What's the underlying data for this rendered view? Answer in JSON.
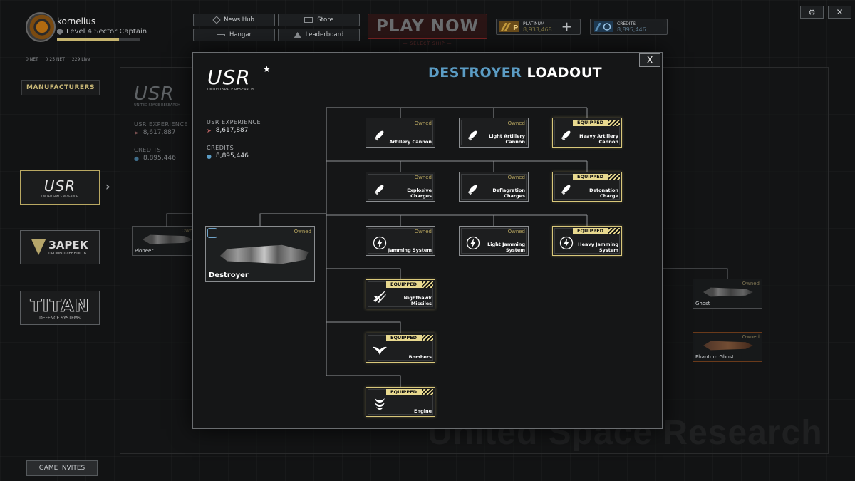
{
  "player": {
    "name": "kornelius",
    "level_text": "Level 4 Sector Captain",
    "xp_fraction": 0.75,
    "net_stats": [
      "0 NET",
      "0 25 NET",
      "229 Live"
    ]
  },
  "nav": {
    "news_hub": "News Hub",
    "store": "Store",
    "hangar": "Hangar",
    "leaderboard": "Leaderboard",
    "play_now": "PLAY NOW",
    "select_ship": "— SELECT SHIP —"
  },
  "currency": {
    "platinum_label": "PLATINUM",
    "platinum_value": "8,933,468",
    "credits_label": "CREDITS",
    "credits_value": "8,895,446"
  },
  "sidebar": {
    "title": "MANUFACTURERS",
    "makers": [
      "USR",
      "ЗАРЕК",
      "TITAN"
    ],
    "maker_subtitles": [
      "UNITED SPACE RESEARCH",
      "ПРОМЫШЛЕННОСТЬ",
      "DEFENCE SYSTEMS"
    ],
    "game_invites": "GAME INVITES"
  },
  "background": {
    "usr_experience_label": "USR EXPERIENCE",
    "usr_experience_value": "8,617,887",
    "credits_label": "CREDITS",
    "credits_value": "8,895,446",
    "watermark": "United Space Research",
    "ships": [
      {
        "name": "Pioneer",
        "status": "Owned"
      },
      {
        "name": "Ghost",
        "status": "Owned"
      },
      {
        "name": "Phantom Ghost",
        "status": "Owned"
      }
    ]
  },
  "modal": {
    "title_accent": "DESTROYER",
    "title_main": "LOADOUT",
    "close_label": "X",
    "logo_text": "USR",
    "logo_subtitle": "UNITED SPACE RESEARCH",
    "usr_experience_label": "USR EXPERIENCE",
    "usr_experience_value": "8,617,887",
    "credits_label": "CREDITS",
    "credits_value": "8,895,446",
    "ship": {
      "name": "Destroyer",
      "status": "Owned"
    },
    "items": [
      {
        "name": "Artillery Cannon",
        "status": "Owned",
        "icon": "shell-icon"
      },
      {
        "name": "Light Artillery Cannon",
        "status": "Owned",
        "icon": "shell-icon"
      },
      {
        "name": "Heavy Artillery Cannon",
        "status": "EQUIPPED",
        "icon": "shell-icon"
      },
      {
        "name": "Explosive Charges",
        "status": "Owned",
        "icon": "shell-icon"
      },
      {
        "name": "Deflagration Charges",
        "status": "Owned",
        "icon": "shell-icon"
      },
      {
        "name": "Detonation Charge",
        "status": "EQUIPPED",
        "icon": "shell-icon"
      },
      {
        "name": "Jamming System",
        "status": "Owned",
        "icon": "lightning-icon"
      },
      {
        "name": "Light Jamming System",
        "status": "Owned",
        "icon": "lightning-icon"
      },
      {
        "name": "Heavy Jamming System",
        "status": "EQUIPPED",
        "icon": "lightning-icon"
      },
      {
        "name": "Nighthawk Missiles",
        "status": "EQUIPPED",
        "icon": "missile-icon"
      },
      {
        "name": "Bombers",
        "status": "EQUIPPED",
        "icon": "wing-icon"
      },
      {
        "name": "Engine",
        "status": "EQUIPPED",
        "icon": "engine-icon"
      }
    ]
  }
}
